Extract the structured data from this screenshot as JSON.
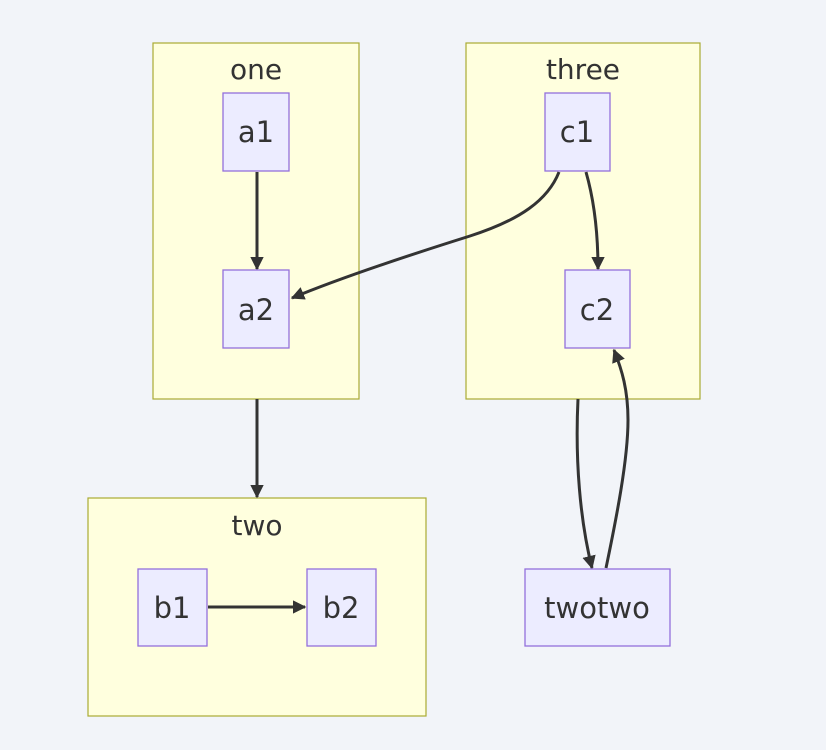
{
  "clusters": {
    "one": {
      "label": "one"
    },
    "two": {
      "label": "two"
    },
    "three": {
      "label": "three"
    }
  },
  "nodes": {
    "a1": {
      "label": "a1"
    },
    "a2": {
      "label": "a2"
    },
    "b1": {
      "label": "b1"
    },
    "b2": {
      "label": "b2"
    },
    "c1": {
      "label": "c1"
    },
    "c2": {
      "label": "c2"
    },
    "twotwo": {
      "label": "twotwo"
    }
  },
  "colors": {
    "background": "#f2f4f9",
    "cluster_fill": "#ffffde",
    "cluster_stroke": "#aaaa33",
    "node_fill": "#ececff",
    "node_stroke": "#9370db",
    "edge": "#333333",
    "text": "#333333"
  },
  "edges": [
    {
      "from": "a1",
      "to": "a2"
    },
    {
      "from": "c1",
      "to": "a2"
    },
    {
      "from": "c1",
      "to": "c2"
    },
    {
      "from": "one",
      "to": "two"
    },
    {
      "from": "three",
      "to": "twotwo"
    },
    {
      "from": "twotwo",
      "to": "c2"
    },
    {
      "from": "b1",
      "to": "b2"
    }
  ]
}
